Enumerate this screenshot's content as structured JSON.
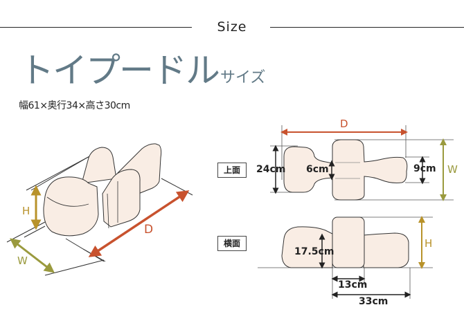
{
  "header": {
    "section_label": "Size"
  },
  "title": {
    "product_name": "トイプードル",
    "suffix": "サイズ"
  },
  "spec": {
    "text": "幅61×奥行34×高さ30cm"
  },
  "colors": {
    "title": "#627a87",
    "depth_arrow": "#c8522e",
    "height_arrow": "#b8922a",
    "width_arrow": "#9a9a3e",
    "cushion_fill": "#f9ede4",
    "outline": "#333333"
  },
  "iso_view": {
    "labels": {
      "height": "H",
      "width": "W",
      "depth": "D"
    }
  },
  "top_view": {
    "badge": "上面",
    "labels": {
      "depth": "D",
      "width": "W"
    },
    "dimensions": {
      "left_height": "24cm",
      "neck": "6cm",
      "right_height": "9cm"
    }
  },
  "side_view": {
    "badge": "横面",
    "labels": {
      "height": "H"
    },
    "dimensions": {
      "left_height": "17.5cm",
      "block_width": "13cm",
      "total_width": "33cm"
    }
  }
}
